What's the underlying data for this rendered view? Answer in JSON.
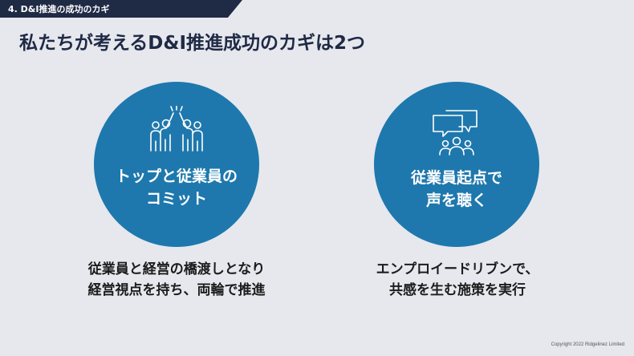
{
  "section_tag": "4. D&I推進の成功のカギ",
  "title": "私たちが考えるD&I推進成功のカギは2つ",
  "keys": [
    {
      "icon": "team-high-five-icon",
      "label": "トップと従業員の\nコミット",
      "description": "従業員と経営の橋渡しとなり\n経営視点を持ち、両輪で推進"
    },
    {
      "icon": "speech-bubbles-group-icon",
      "label": "従業員起点で\n声を聴く",
      "description": "エンプロイードリブンで、\n共感を生む施策を実行"
    }
  ],
  "copyright": "Copyright  2022 Ridgelinez  Limited",
  "colors": {
    "background": "#e6e8ee",
    "navy": "#1f2a44",
    "circle_blue": "#1e78ad",
    "white": "#ffffff"
  }
}
